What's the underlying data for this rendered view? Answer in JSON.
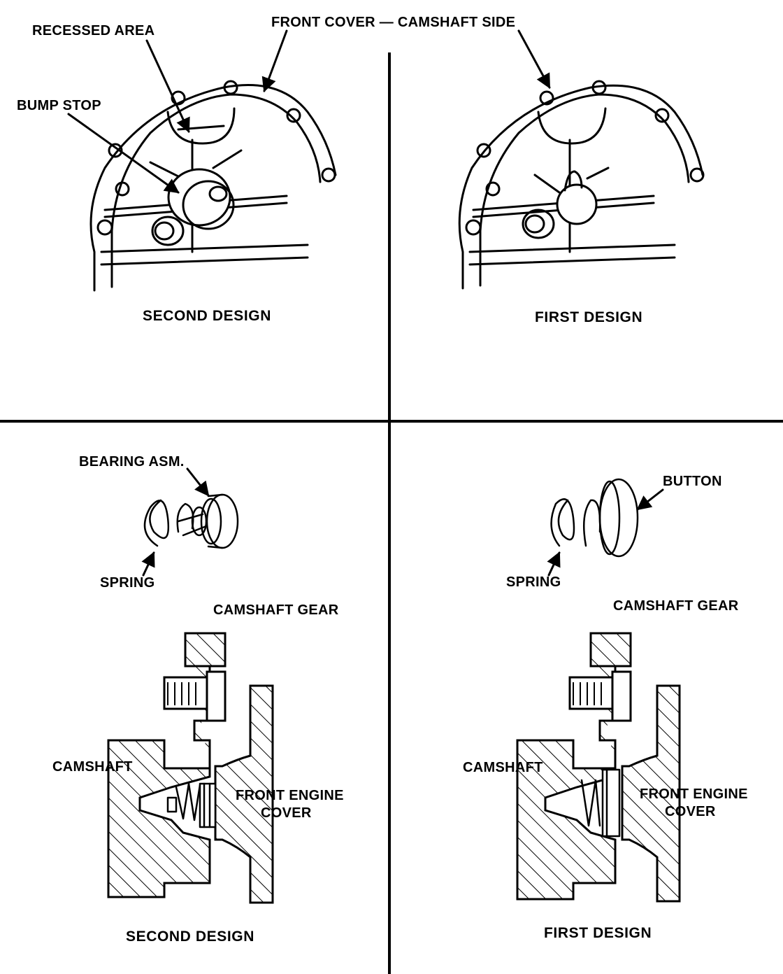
{
  "top_left": {
    "labels": {
      "recessed_area": "RECESSED AREA",
      "bump_stop": "BUMP STOP"
    },
    "caption": "SECOND DESIGN"
  },
  "top_center": {
    "front_cover": "FRONT COVER — CAMSHAFT SIDE"
  },
  "top_right": {
    "caption": "FIRST DESIGN"
  },
  "bottom_left": {
    "labels": {
      "bearing_asm": "BEARING ASM.",
      "spring": "SPRING",
      "camshaft_gear": "CAMSHAFT GEAR",
      "camshaft": "CAMSHAFT",
      "front_engine_cover_line1": "FRONT ENGINE",
      "front_engine_cover_line2": "COVER"
    },
    "caption": "SECOND DESIGN"
  },
  "bottom_right": {
    "labels": {
      "button": "BUTTON",
      "spring": "SPRING",
      "camshaft_gear": "CAMSHAFT GEAR",
      "camshaft": "CAMSHAFT",
      "front_engine_cover_line1": "FRONT ENGINE",
      "front_engine_cover_line2": "COVER"
    },
    "caption": "FIRST DESIGN"
  }
}
